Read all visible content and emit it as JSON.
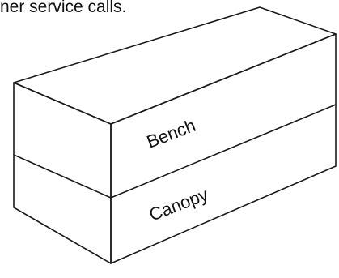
{
  "caption": "ner service calls.",
  "box": {
    "upper_layer_label": "Bench",
    "lower_layer_label": "Canopy"
  }
}
